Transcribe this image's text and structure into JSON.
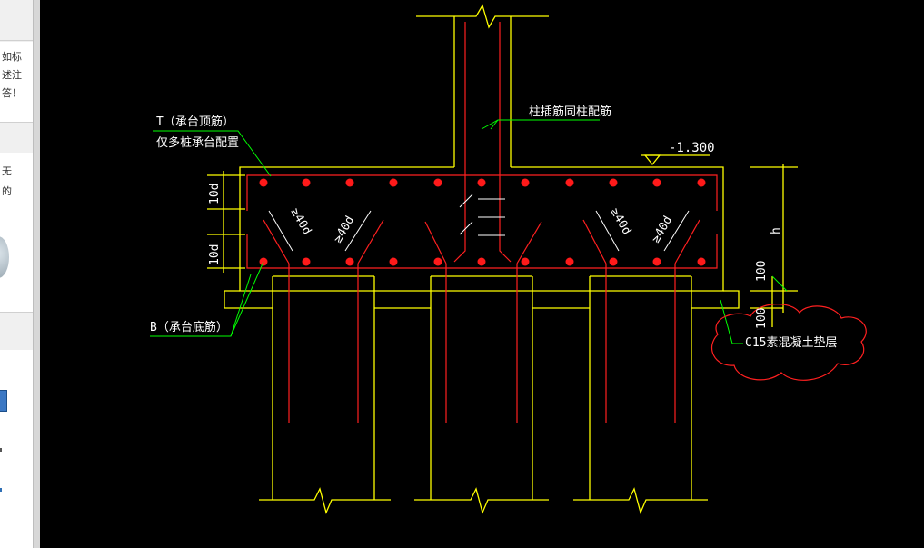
{
  "left_panel": {
    "snippets": [
      "如标",
      "述注",
      "答！",
      "无",
      "的"
    ]
  },
  "drawing": {
    "colors": {
      "background": "#000000",
      "outline": "#ffff00",
      "rebar": "#ff2020",
      "dots": "#ff1a1a",
      "leader": "#00ff00",
      "text": "#ffffff",
      "cloud": "#ff2020"
    },
    "labels": {
      "top_rebar": "T（承台顶筋）",
      "top_rebar_note": "仅多桩承台配置",
      "column_rebar": "柱插筋同柱配筋",
      "elevation": "-1.300",
      "bottom_rebar": "B（承台底筋）",
      "cushion": "C15素混凝土垫层",
      "dim_10d": "10d",
      "dim_40d": "≥40d",
      "dim_h": "h",
      "dim_100": "100"
    }
  }
}
